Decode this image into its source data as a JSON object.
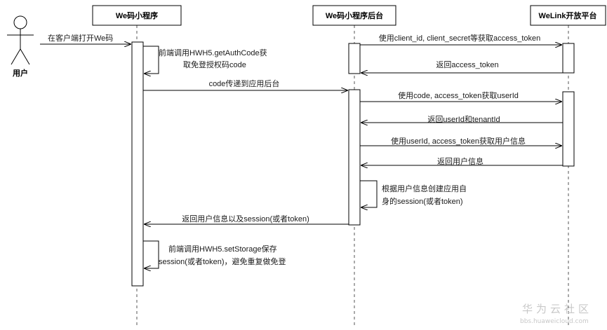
{
  "actor": {
    "label": "用户"
  },
  "participants": [
    {
      "id": "miniapp",
      "label": "We码小程序"
    },
    {
      "id": "backend",
      "label": "We码小程序后台"
    },
    {
      "id": "platform",
      "label": "WeLink开放平台"
    }
  ],
  "messages": {
    "m1": "在客户端打开We码",
    "m2": "使用client_id, client_secret等获取access_token",
    "m3_line1": "前端调用HWH5.getAuthCode获",
    "m3_line2": "取免登授权码code",
    "m4": "返回access_token",
    "m5": "code传递到应用后台",
    "m6": "使用code, access_token获取userId",
    "m7": "返回userId和tenantId",
    "m8": "使用userId, access_token获取用户信息",
    "m9": "返回用户信息",
    "m10_line1": "根据用户信息创建应用自",
    "m10_line2": "身的session(或者token)",
    "m11": "返回用户信息以及session(或者token)",
    "m12_line1": "前端调用HWH5.setStorage保存",
    "m12_line2": "session(或者token)，避免重复做免登"
  },
  "watermark": {
    "title": "华为云社区",
    "url": "bbs.huaweicloud.com"
  },
  "colors": {
    "line": "#000000",
    "lifeline": "#555555",
    "box_border": "#000000",
    "watermark": "#c8c8c8"
  }
}
